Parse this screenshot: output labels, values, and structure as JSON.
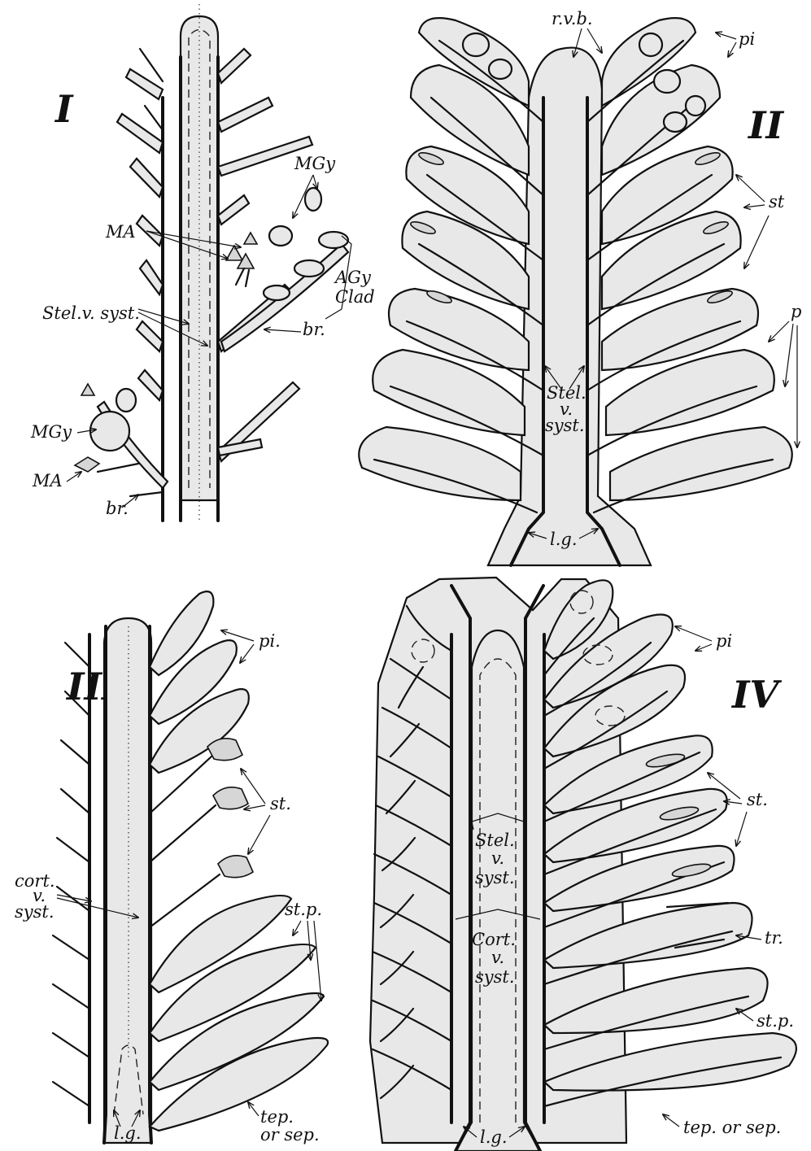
{
  "panels": {
    "I": {
      "numeral": "I",
      "labels": {
        "mgy_upper": "MGy",
        "ma_upper": "MA",
        "agy": "AGy",
        "clad": "Clad",
        "stel": "Stel.v. syst.",
        "br_upper": "br.",
        "mgy_lower": "MGy",
        "ma_lower": "MA",
        "br_lower": "br."
      }
    },
    "II": {
      "numeral": "II",
      "labels": {
        "rvb": "r.v.b.",
        "pi": "pi",
        "st": "st",
        "p": "p",
        "stel_1": "Stel.",
        "stel_2": "v.",
        "stel_3": "syst.",
        "lg": "l.g."
      }
    },
    "III": {
      "numeral": "III",
      "labels": {
        "pi": "pi.",
        "st": "st.",
        "stp": "st.p.",
        "cort_1": "cort.",
        "cort_2": "v.",
        "cort_3": "syst.",
        "tep_1": "tep.",
        "tep_2": "or sep.",
        "lg": "l.g."
      }
    },
    "IV": {
      "numeral": "IV",
      "labels": {
        "pi": "pi",
        "st": "st.",
        "stel_1": "Stel.",
        "stel_2": "v.",
        "stel_3": "syst.",
        "cort_1": "Cort.",
        "cort_2": "v.",
        "cort_3": "syst.",
        "tr": "tr.",
        "stp": "st.p.",
        "tep": "tep. or sep.",
        "lg": "l.g."
      }
    }
  }
}
